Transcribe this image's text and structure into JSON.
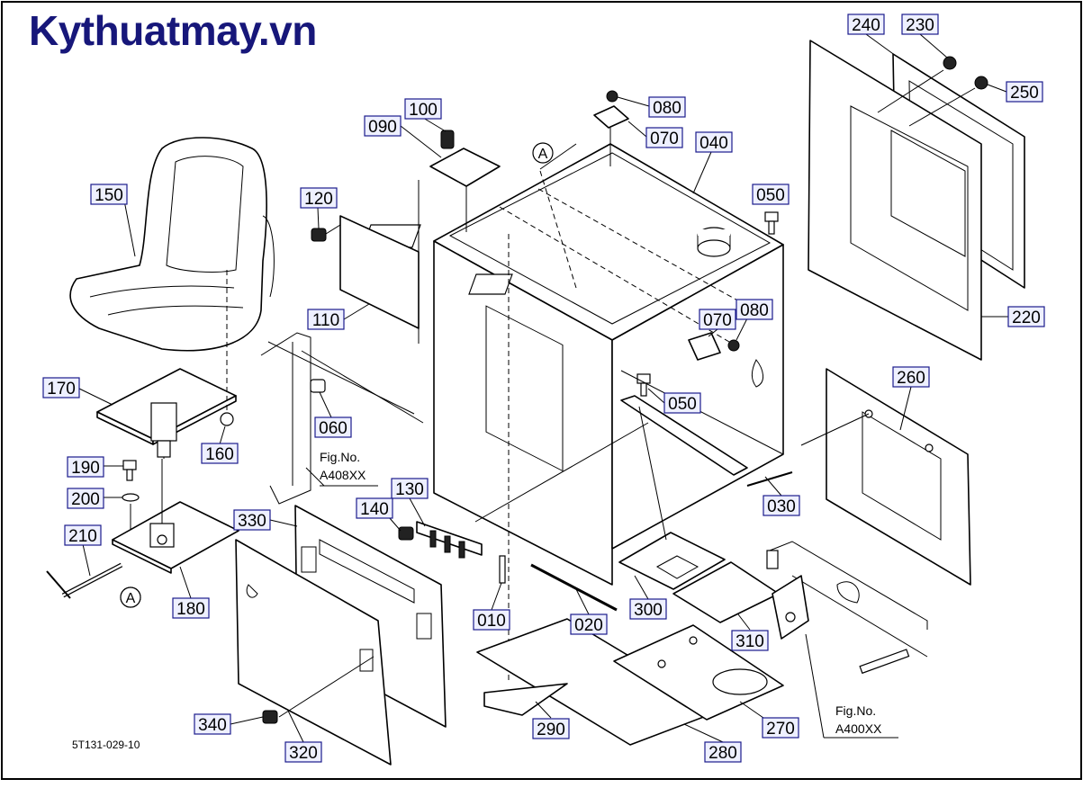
{
  "brand": "Kythuatmay.vn",
  "drawing_code": "5T131-029-10",
  "references": {
    "fig_left": {
      "line1": "Fig.No.",
      "line2": "A408XX"
    },
    "fig_right": {
      "line1": "Fig.No.",
      "line2": "A400XX"
    }
  },
  "callout_A": "A",
  "part_labels": {
    "p010": "010",
    "p020": "020",
    "p030": "030",
    "p040": "040",
    "p050a": "050",
    "p050b": "050",
    "p060": "060",
    "p070a": "070",
    "p070b": "070",
    "p080a": "080",
    "p080b": "080",
    "p090": "090",
    "p100": "100",
    "p110": "110",
    "p120": "120",
    "p130": "130",
    "p140": "140",
    "p150": "150",
    "p160": "160",
    "p170": "170",
    "p180": "180",
    "p190": "190",
    "p200": "200",
    "p210": "210",
    "p220": "220",
    "p230": "230",
    "p240": "240",
    "p250": "250",
    "p260": "260",
    "p270": "270",
    "p280": "280",
    "p290": "290",
    "p300": "300",
    "p310": "310",
    "p320": "320",
    "p330": "330",
    "p340": "340"
  }
}
